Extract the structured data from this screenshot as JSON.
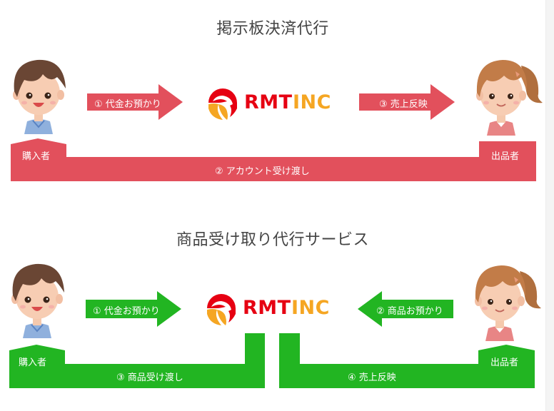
{
  "colors": {
    "red": "#e2505c",
    "green": "#22b522",
    "logo_red": "#e60012",
    "logo_orange": "#f5a623",
    "title_text": "#444444"
  },
  "section1": {
    "title": "掲示板決済代行",
    "buyer_label": "購入者",
    "seller_label": "出品者",
    "arrow1": "① 代金お預かり",
    "arrow3": "③ 売上反映",
    "bar_label": "② アカウント受け渡し",
    "logo": {
      "part1": "RMT",
      "part2": "INC"
    }
  },
  "section2": {
    "title": "商品受け取り代行サービス",
    "buyer_label": "購入者",
    "seller_label": "出品者",
    "arrow1": "① 代金お預かり",
    "arrow2": "② 商品お預かり",
    "bar_left_label": "③ 商品受け渡し",
    "bar_right_label": "④ 売上反映",
    "logo": {
      "part1": "RMT",
      "part2": "INC"
    }
  },
  "icons": {
    "buyer": "boy-avatar-icon",
    "seller": "girl-avatar-icon",
    "logo": "rmt-logo-icon"
  }
}
